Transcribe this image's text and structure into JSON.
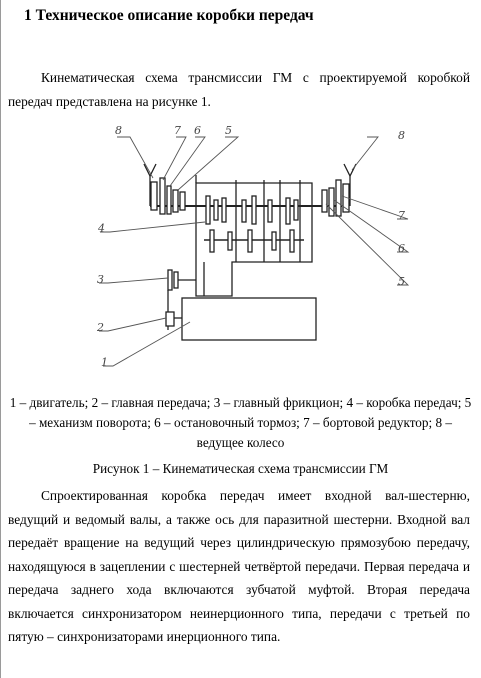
{
  "heading": "1 Техническое описание коробки передач",
  "intro": "Кинематическая схема трансмиссии ГМ с проектируемой коробкой передач представлена на рисунке 1.",
  "figure": {
    "callouts": [
      "8",
      "7",
      "6",
      "5",
      "4",
      "3",
      "2",
      "1",
      "8",
      "7",
      "6",
      "5"
    ],
    "legend": "1 – двигатель; 2 – главная передача; 3 – главный фрикцион; 4 – коробка передач; 5 – механизм поворота; 6 – остановочный тормоз; 7 – бортовой редуктор; 8 – ведущее колесо",
    "caption": "Рисунок 1 – Кинематическая схема трансмиссии ГМ"
  },
  "description": "Спроектированная коробка передач имеет входной вал-шестерню, ведущий и ведомый валы, а также ось для паразитной шестерни. Входной вал передаёт вращение на ведущий через цилиндрическую прямозубою передачу, находящуюся в зацеплении с шестерней четвёртой передачи. Первая передача и передача заднего хода включаются зубчатой муфтой. Вторая передача включается синхронизатором неинерционного типа, передачи с третьей по пятую – синхронизаторами инерционного типа."
}
